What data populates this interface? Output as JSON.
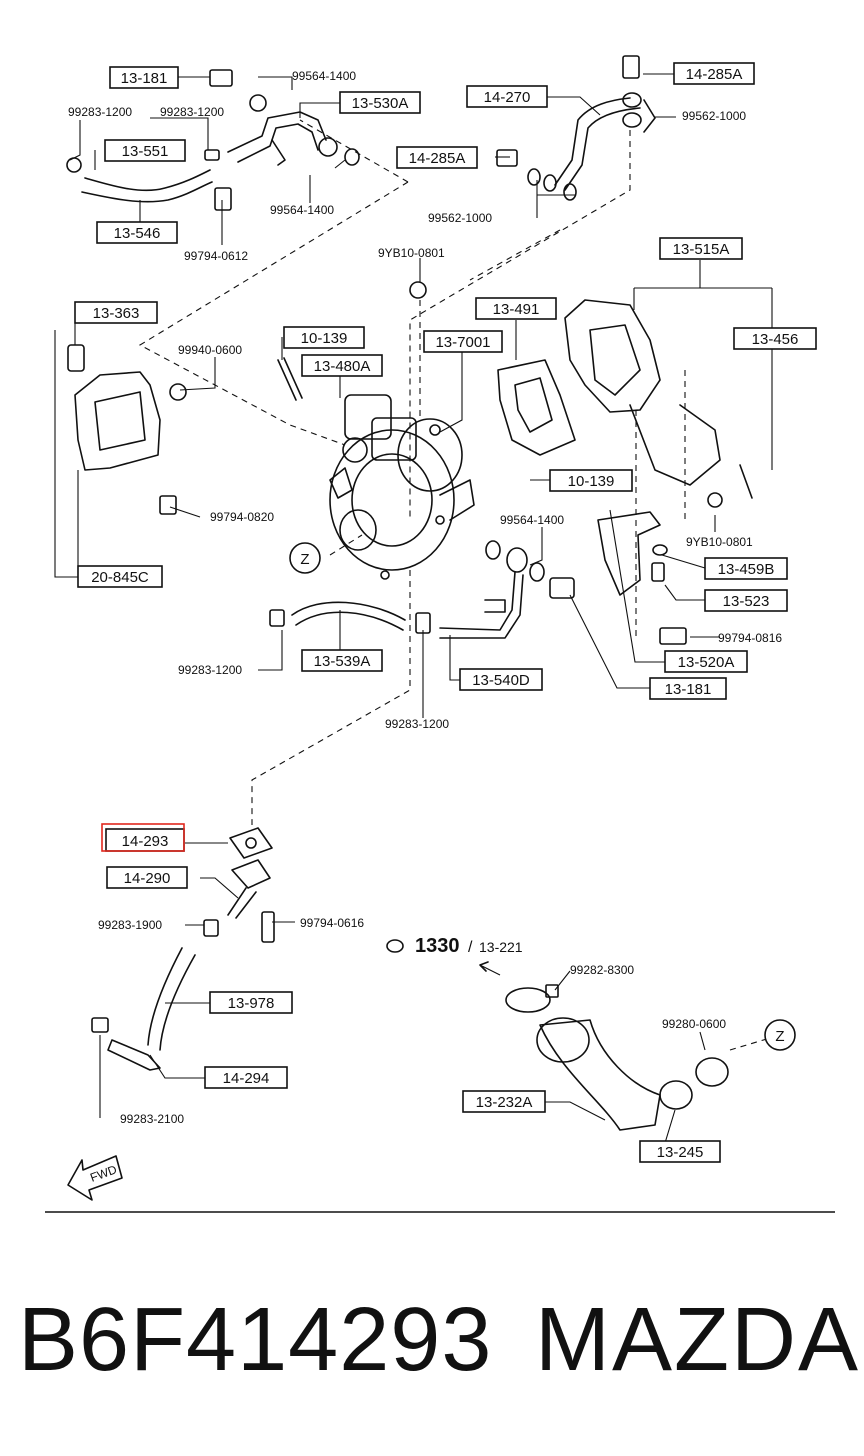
{
  "diagram": {
    "boxed_labels": {
      "l_13_181_top": "13-181",
      "l_13_551": "13-551",
      "l_13_546": "13-546",
      "l_13_530a": "13-530A",
      "l_14_270": "14-270",
      "l_14_285a_top": "14-285A",
      "l_14_285a_mid": "14-285A",
      "l_13_515a": "13-515A",
      "l_13_363": "13-363",
      "l_10_139_top": "10-139",
      "l_13_480a": "13-480A",
      "l_13_7001": "13-7001",
      "l_13_491": "13-491",
      "l_13_456": "13-456",
      "l_10_139_mid": "10-139",
      "l_13_459b": "13-459B",
      "l_13_523": "13-523",
      "l_13_520a": "13-520A",
      "l_13_181_bot": "13-181",
      "l_20_845c": "20-845C",
      "l_13_539a": "13-539A",
      "l_13_540d": "13-540D",
      "l_14_293": "14-293",
      "l_14_290": "14-290",
      "l_13_978": "13-978",
      "l_14_294": "14-294",
      "l_13_232a": "13-232A",
      "l_13_245": "13-245"
    },
    "part_numbers": {
      "n_99564_1400_a": "99564-1400",
      "n_99283_1200_a": "99283-1200",
      "n_99283_1200_b": "99283-1200",
      "n_99564_1400_b": "99564-1400",
      "n_99794_0612": "99794-0612",
      "n_99562_1000_a": "99562-1000",
      "n_99562_1000_b": "99562-1000",
      "n_9yb10_0801_a": "9YB10-0801",
      "n_99940_0600": "99940-0600",
      "n_99794_0820": "99794-0820",
      "n_99564_1400_c": "99564-1400",
      "n_9yb10_0801_b": "9YB10-0801",
      "n_99794_0816": "99794-0816",
      "n_99283_1200_c": "99283-1200",
      "n_99283_1200_d": "99283-1200",
      "n_99283_1900": "99283-1900",
      "n_99794_0616": "99794-0616",
      "n_99282_8300": "99282-8300",
      "n_99280_0600": "99280-0600",
      "n_99283_2100": "99283-2100"
    },
    "ref_1330": "1330",
    "ref_13_221": "13-221",
    "ref_slash": "/",
    "marker_z": "Z",
    "fwd": "FWD"
  },
  "footer": {
    "part_code": "B6F414293",
    "brand": "MAZDA"
  },
  "colors": {
    "ink": "#111111",
    "highlight": "#e0281e",
    "background": "#ffffff"
  }
}
